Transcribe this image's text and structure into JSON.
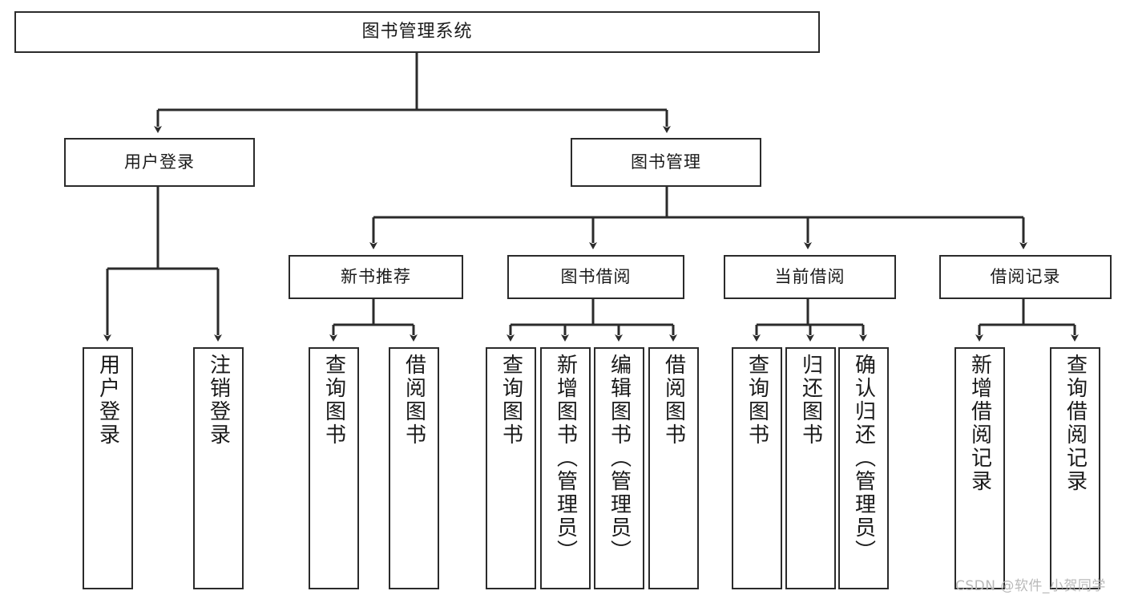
{
  "diagram": {
    "title": "图书管理系统",
    "type": "tree-hierarchy",
    "root": {
      "label": "图书管理系统"
    },
    "level2": [
      {
        "label": "用户登录"
      },
      {
        "label": "图书管理"
      }
    ],
    "level3": [
      {
        "label": "新书推荐"
      },
      {
        "label": "图书借阅"
      },
      {
        "label": "当前借阅"
      },
      {
        "label": "借阅记录"
      }
    ],
    "leaves": {
      "user_login": [
        {
          "label": "用户登录"
        },
        {
          "label": "注销登录"
        }
      ],
      "new_book_recommend": [
        {
          "label": "查询图书"
        },
        {
          "label": "借阅图书"
        }
      ],
      "book_borrow": [
        {
          "label": "查询图书"
        },
        {
          "label": "新增图书（管理员）"
        },
        {
          "label": "编辑图书（管理员）"
        },
        {
          "label": "借阅图书"
        }
      ],
      "current_borrow": [
        {
          "label": "查询图书"
        },
        {
          "label": "归还图书"
        },
        {
          "label": "确认归还（管理员）"
        }
      ],
      "borrow_record": [
        {
          "label": "新增借阅记录"
        },
        {
          "label": "查询借阅记录"
        }
      ]
    },
    "colors": {
      "stroke": "#2b2b2b",
      "fill": "#ffffff",
      "text": "#1a1a1a",
      "watermark": "#b9b9b9"
    }
  },
  "watermark": {
    "text": "CSDN @软件_小贺同学"
  }
}
